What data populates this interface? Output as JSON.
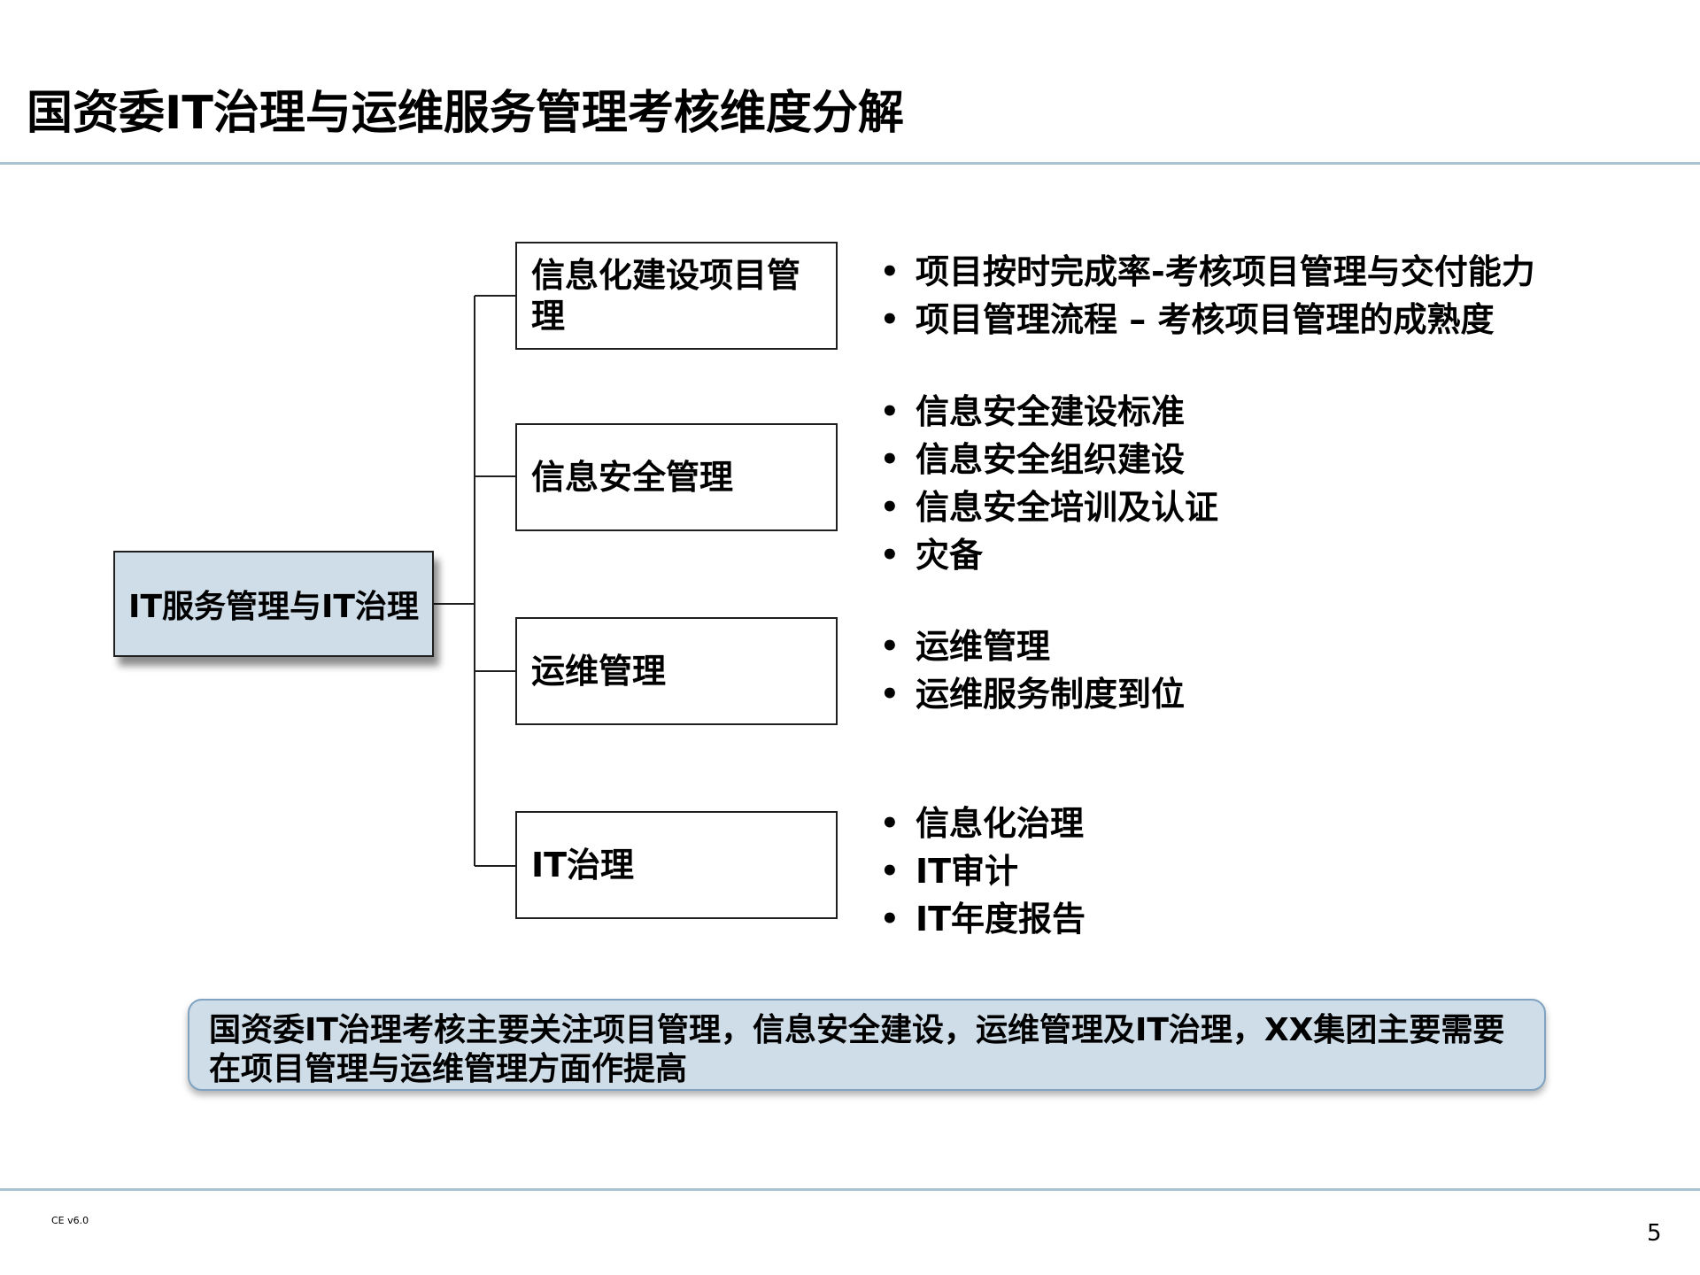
{
  "title": "国资委IT治理与运维服务管理考核维度分解",
  "root": {
    "label": "IT服务管理与IT治理"
  },
  "branches": [
    {
      "label": "信息化建设项目管理",
      "items": [
        "项目按时完成率-考核项目管理与交付能力",
        "项目管理流程 – 考核项目管理的成熟度"
      ]
    },
    {
      "label": "信息安全管理",
      "items": [
        "信息安全建设标准",
        "信息安全组织建设",
        "信息安全培训及认证",
        "灾备"
      ]
    },
    {
      "label": "运维管理",
      "items": [
        "运维管理",
        "运维服务制度到位"
      ]
    },
    {
      "label": "IT治理",
      "items": [
        "信息化治理",
        "IT审计",
        "IT年度报告"
      ]
    }
  ],
  "summary": "国资委IT治理考核主要关注项目管理，信息安全建设，运维管理及IT治理，XX集团主要需要在项目管理与运维管理方面作提高",
  "footer": {
    "version": "CE v6.0",
    "page_number": "5"
  },
  "colors": {
    "rule": "#a9c3d3",
    "box_fill": "#cfdde8",
    "summary_border": "#7fa3c0"
  }
}
